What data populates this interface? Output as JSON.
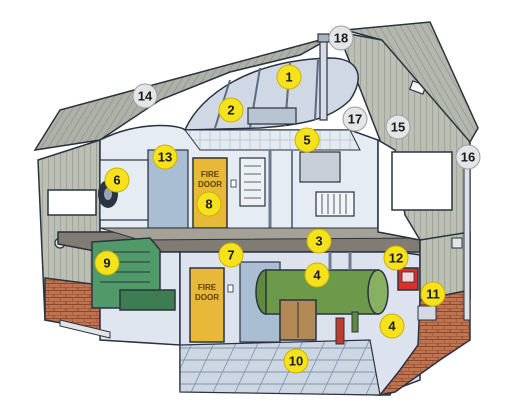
{
  "colors": {
    "outline": "#2b3340",
    "siding": "#b9bcb0",
    "siding_dark": "#8f948a",
    "roof": "#a9aca2",
    "brick": "#b46a4a",
    "interior_wall": "#dfe6ef",
    "wall_blue": "#9fb4cc",
    "floor_tile": "#c9d3e0",
    "door": "#e8b839",
    "machine_green": "#4f9a68",
    "tank_green": "#6d9a4a",
    "cabinet": "#b38a55",
    "alarm_red": "#d9302b",
    "marker_yellow": "#f6e21c",
    "marker_grey": "#e4e5e6",
    "floor_slab": "#7d7a72"
  },
  "door_signs": {
    "upper": [
      "FIRE",
      "DOOR"
    ],
    "lower": [
      "FIRE",
      "DOOR"
    ]
  },
  "markers": [
    {
      "id": "m1",
      "label": "1",
      "style": "yellow"
    },
    {
      "id": "m2",
      "label": "2",
      "style": "yellow"
    },
    {
      "id": "m3",
      "label": "3",
      "style": "yellow"
    },
    {
      "id": "m4a",
      "label": "4",
      "style": "yellow"
    },
    {
      "id": "m4b",
      "label": "4",
      "style": "yellow"
    },
    {
      "id": "m5",
      "label": "5",
      "style": "yellow"
    },
    {
      "id": "m6",
      "label": "6",
      "style": "yellow"
    },
    {
      "id": "m7",
      "label": "7",
      "style": "yellow"
    },
    {
      "id": "m8",
      "label": "8",
      "style": "yellow"
    },
    {
      "id": "m9",
      "label": "9",
      "style": "yellow"
    },
    {
      "id": "m10",
      "label": "10",
      "style": "yellow"
    },
    {
      "id": "m11",
      "label": "11",
      "style": "yellow"
    },
    {
      "id": "m12",
      "label": "12",
      "style": "yellow"
    },
    {
      "id": "m13",
      "label": "13",
      "style": "yellow"
    },
    {
      "id": "m14",
      "label": "14",
      "style": "grey"
    },
    {
      "id": "m15",
      "label": "15",
      "style": "grey"
    },
    {
      "id": "m16",
      "label": "16",
      "style": "grey"
    },
    {
      "id": "m17",
      "label": "17",
      "style": "grey"
    },
    {
      "id": "m18",
      "label": "18",
      "style": "grey"
    }
  ]
}
